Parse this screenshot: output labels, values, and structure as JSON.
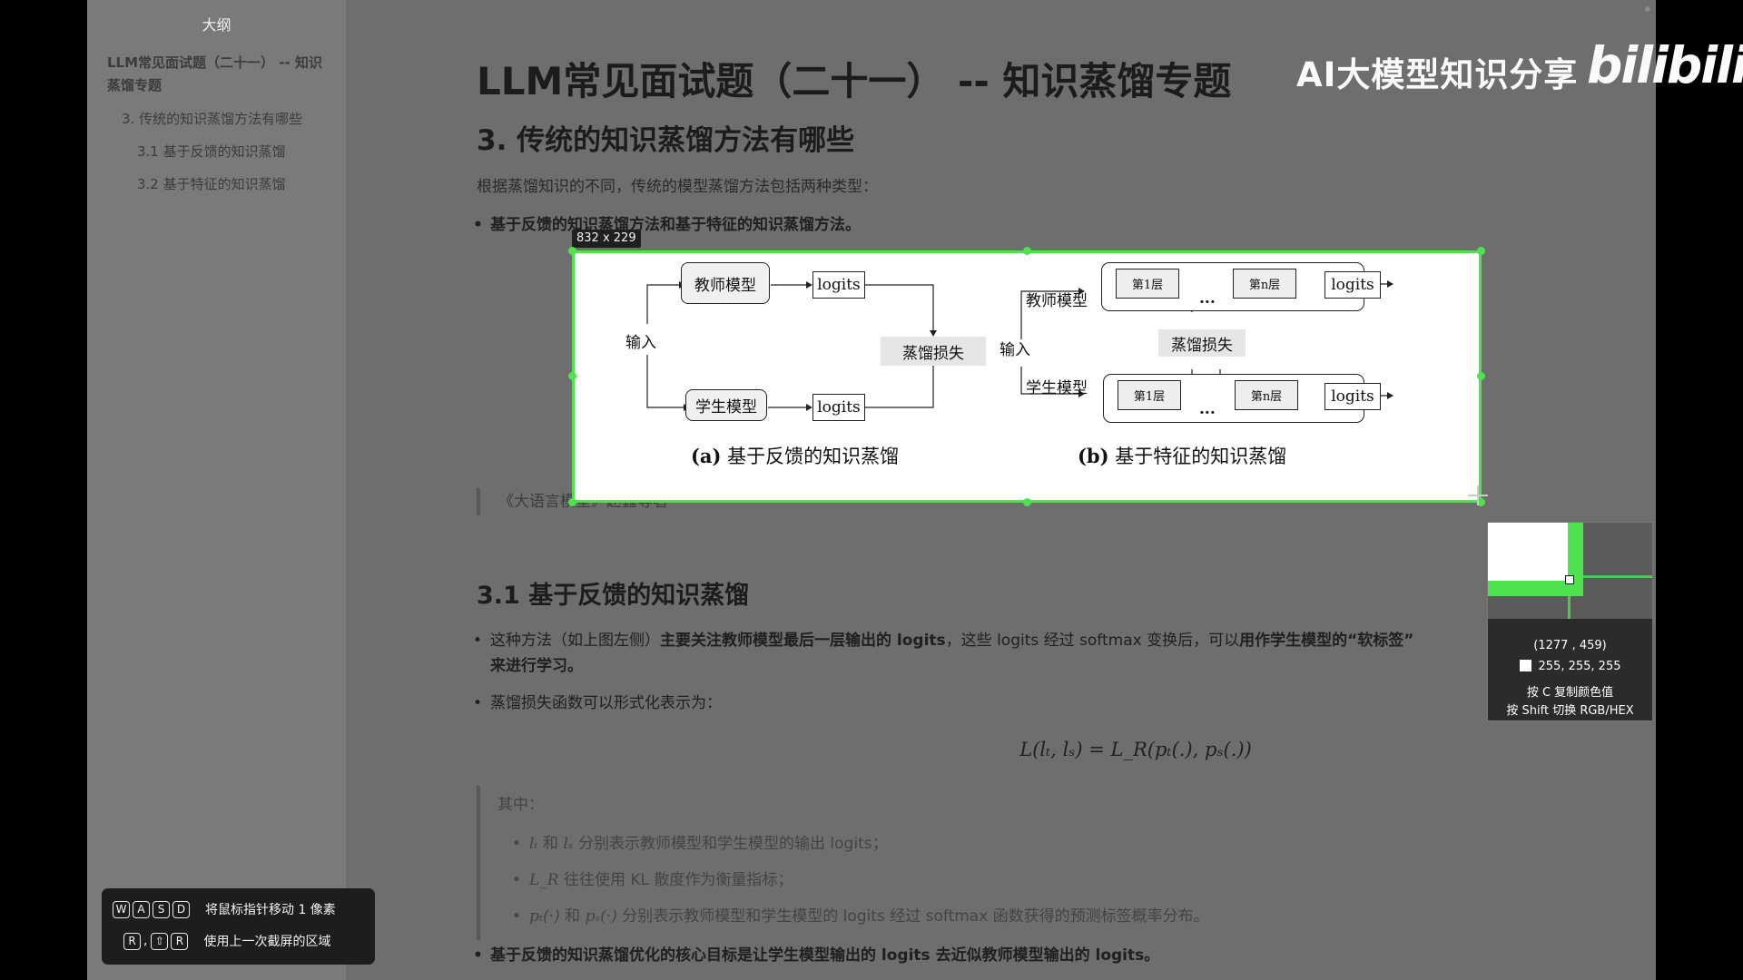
{
  "sidebar": {
    "title": "大纲",
    "items": [
      {
        "label": "LLM常见面试题（二十一） -- 知识蒸馏专题"
      },
      {
        "label": "3. 传统的知识蒸馏方法有哪些"
      },
      {
        "label": "3.1 基于反馈的知识蒸馏"
      },
      {
        "label": "3.2 基于特征的知识蒸馏"
      }
    ]
  },
  "doc": {
    "title": "LLM常见面试题（二十一） -- 知识蒸馏专题",
    "section3": "3. 传统的知识蒸馏方法有哪些",
    "intro": "根据蒸馏知识的不同，传统的模型蒸馏方法包括两种类型：",
    "bullet1": "基于反馈的知识蒸馏方法和基于特征的知识蒸馏方法。",
    "quote": "《大语言模型》赵鑫等著",
    "section31": "3.1 基于反馈的知识蒸馏",
    "b2_a": "这种方法（如上图左侧）",
    "b2_b": "主要关注教师模型最后一层输出的 logits",
    "b2_c": "，这些 logits 经过 softmax 变换后，可以",
    "b2_d": "用作学生模型的“软标签”",
    "b2_e": "来进行学习。",
    "b3": "蒸馏损失函数可以形式化表示为：",
    "formula": "L(lₜ, lₛ) = L_R(pₜ(.), pₛ(.))",
    "where": "其中：",
    "q1_m1": "lₜ",
    "q1_and": " 和 ",
    "q1_m2": "lₛ",
    "q1_text": " 分别表示教师模型和学生模型的输出 logits；",
    "q2_m": "L_R",
    "q2_text": " 往往使用 KL 散度作为衡量指标；",
    "q3_m1": "pₜ(·)",
    "q3_and": " 和 ",
    "q3_m2": "pₛ(·)",
    "q3_text": " 分别表示教师模型和学生模型的 logits 经过 softmax 函数获得的预测标签概率分布。",
    "b4_a": "基于反馈的知识蒸馏",
    "b4_b": "优化的核心目标是让学生模型输出的 logits 去近似教师模型输出的 logits。"
  },
  "figure": {
    "a": {
      "input": "输入",
      "teacher": "教师模型",
      "student": "学生模型",
      "logits_t": "logits",
      "logits_s": "logits",
      "loss": "蒸馏损失",
      "caption_bold": "(a)",
      "caption": " 基于反馈的知识蒸馏"
    },
    "b": {
      "input": "输入",
      "teacher": "教师模型",
      "student": "学生模型",
      "layer1_t": "第1层",
      "layern_t": "第n层",
      "layer1_s": "第1层",
      "layern_s": "第n层",
      "dots": "...",
      "logits_t": "logits",
      "logits_s": "logits",
      "loss": "蒸馏损失",
      "caption_bold": "(b)",
      "caption": " 基于特征的知识蒸馏"
    }
  },
  "capture": {
    "size_label": "832 x 229",
    "accent_color": "#4ee34e",
    "coords": "(1277 ,  459)",
    "rgb": "255, 255, 255",
    "hint_copy": "按 C 复制颜色值",
    "hint_switch": "按 Shift 切换 RGB/HEX"
  },
  "hints": {
    "row1_keys": [
      "W",
      "A",
      "S",
      "D"
    ],
    "row1_text": "将鼠标指针移动 1 像素",
    "row2_keys": [
      "R",
      ",",
      "⇧",
      "R"
    ],
    "row2_text": "使用上一次截屏的区域"
  },
  "watermark": {
    "text": "AI大模型知识分享",
    "brand": "bilibili"
  }
}
